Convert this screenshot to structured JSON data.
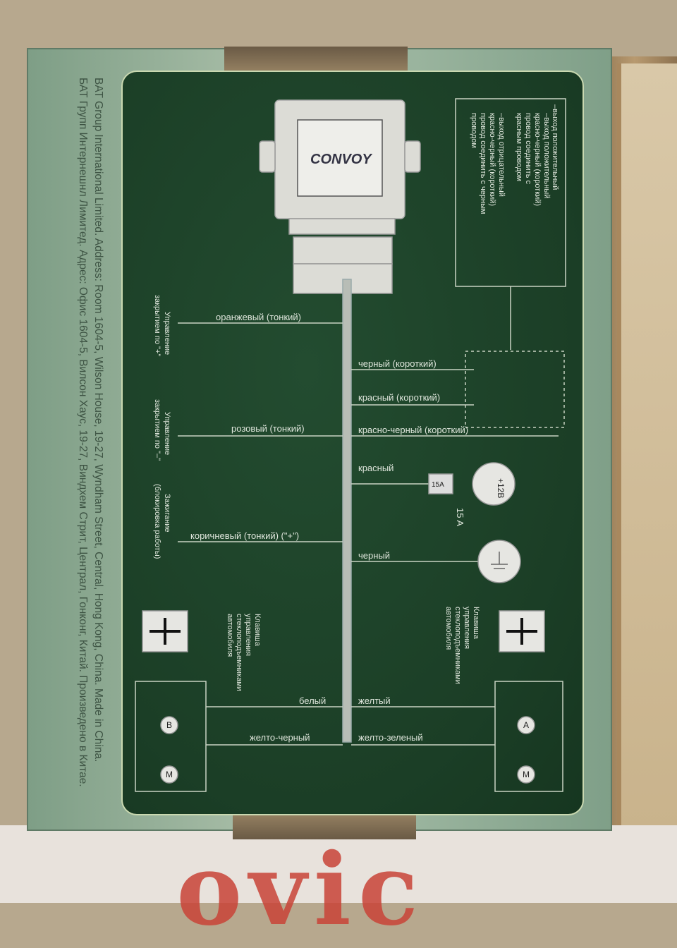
{
  "box": {
    "brand": "CONVOY",
    "side_text_en": "BAT Group International Limited. Address: Room 1604-5, Wilson House, 19-27, Wyndham Street, Central, Hong Kong, China. Made in China.",
    "side_text_ru": "БАТ Групп Интернешнл Лимитед. Адрес: Офис 1604-5, Вилсон Хаус, 19-27, Виндхем Стрит, Централ, Гонконг, Китай. Произведено в Китае."
  },
  "diagram": {
    "note_lines": [
      "–выход положительный",
      "красно-черный (короткий)",
      "провод соединить с",
      "красным проводом",
      "–выход отрицательный",
      "красно-черный (короткий)",
      "провод соединить с черным",
      "проводом"
    ],
    "left_wires": {
      "orange": "оранжевый (тонкий)",
      "pink": "розовый (тонкий)",
      "brown": "коричневый (тонкий) (\"+\")",
      "white": "белый",
      "yellow_black": "желто-черный"
    },
    "right_wires": {
      "black_short": "черный (короткий)",
      "red_short": "красный (короткий)",
      "red_black_short": "красно-черный (короткий)",
      "red": "красный",
      "black": "черный",
      "yellow": "желтый",
      "yellow_green": "желто-зеленый"
    },
    "left_labels": {
      "ctrl_plus": [
        "Управление",
        "закрытием по \"+\""
      ],
      "ctrl_minus": [
        "Управление",
        "закрытием по \"–\""
      ],
      "ignition": [
        "Зажигание",
        "(блокировка работы)"
      ],
      "switch": [
        "Клавиша",
        "управления",
        "стеклоподъемниками",
        "автомобиля"
      ]
    },
    "right_labels": {
      "switch": [
        "Клавиша",
        "управления",
        "стеклоподъемниками",
        "автомобиля"
      ]
    },
    "power": "+12В",
    "fuse": "15 A",
    "fuse_tag": "15A",
    "motor_b": "B",
    "motor_a": "A",
    "motor_left": "M",
    "motor_right": "M"
  },
  "colors": {
    "panel": "#1d4228",
    "line": "#c9d3c3",
    "box_green": "#9fb8a2"
  }
}
